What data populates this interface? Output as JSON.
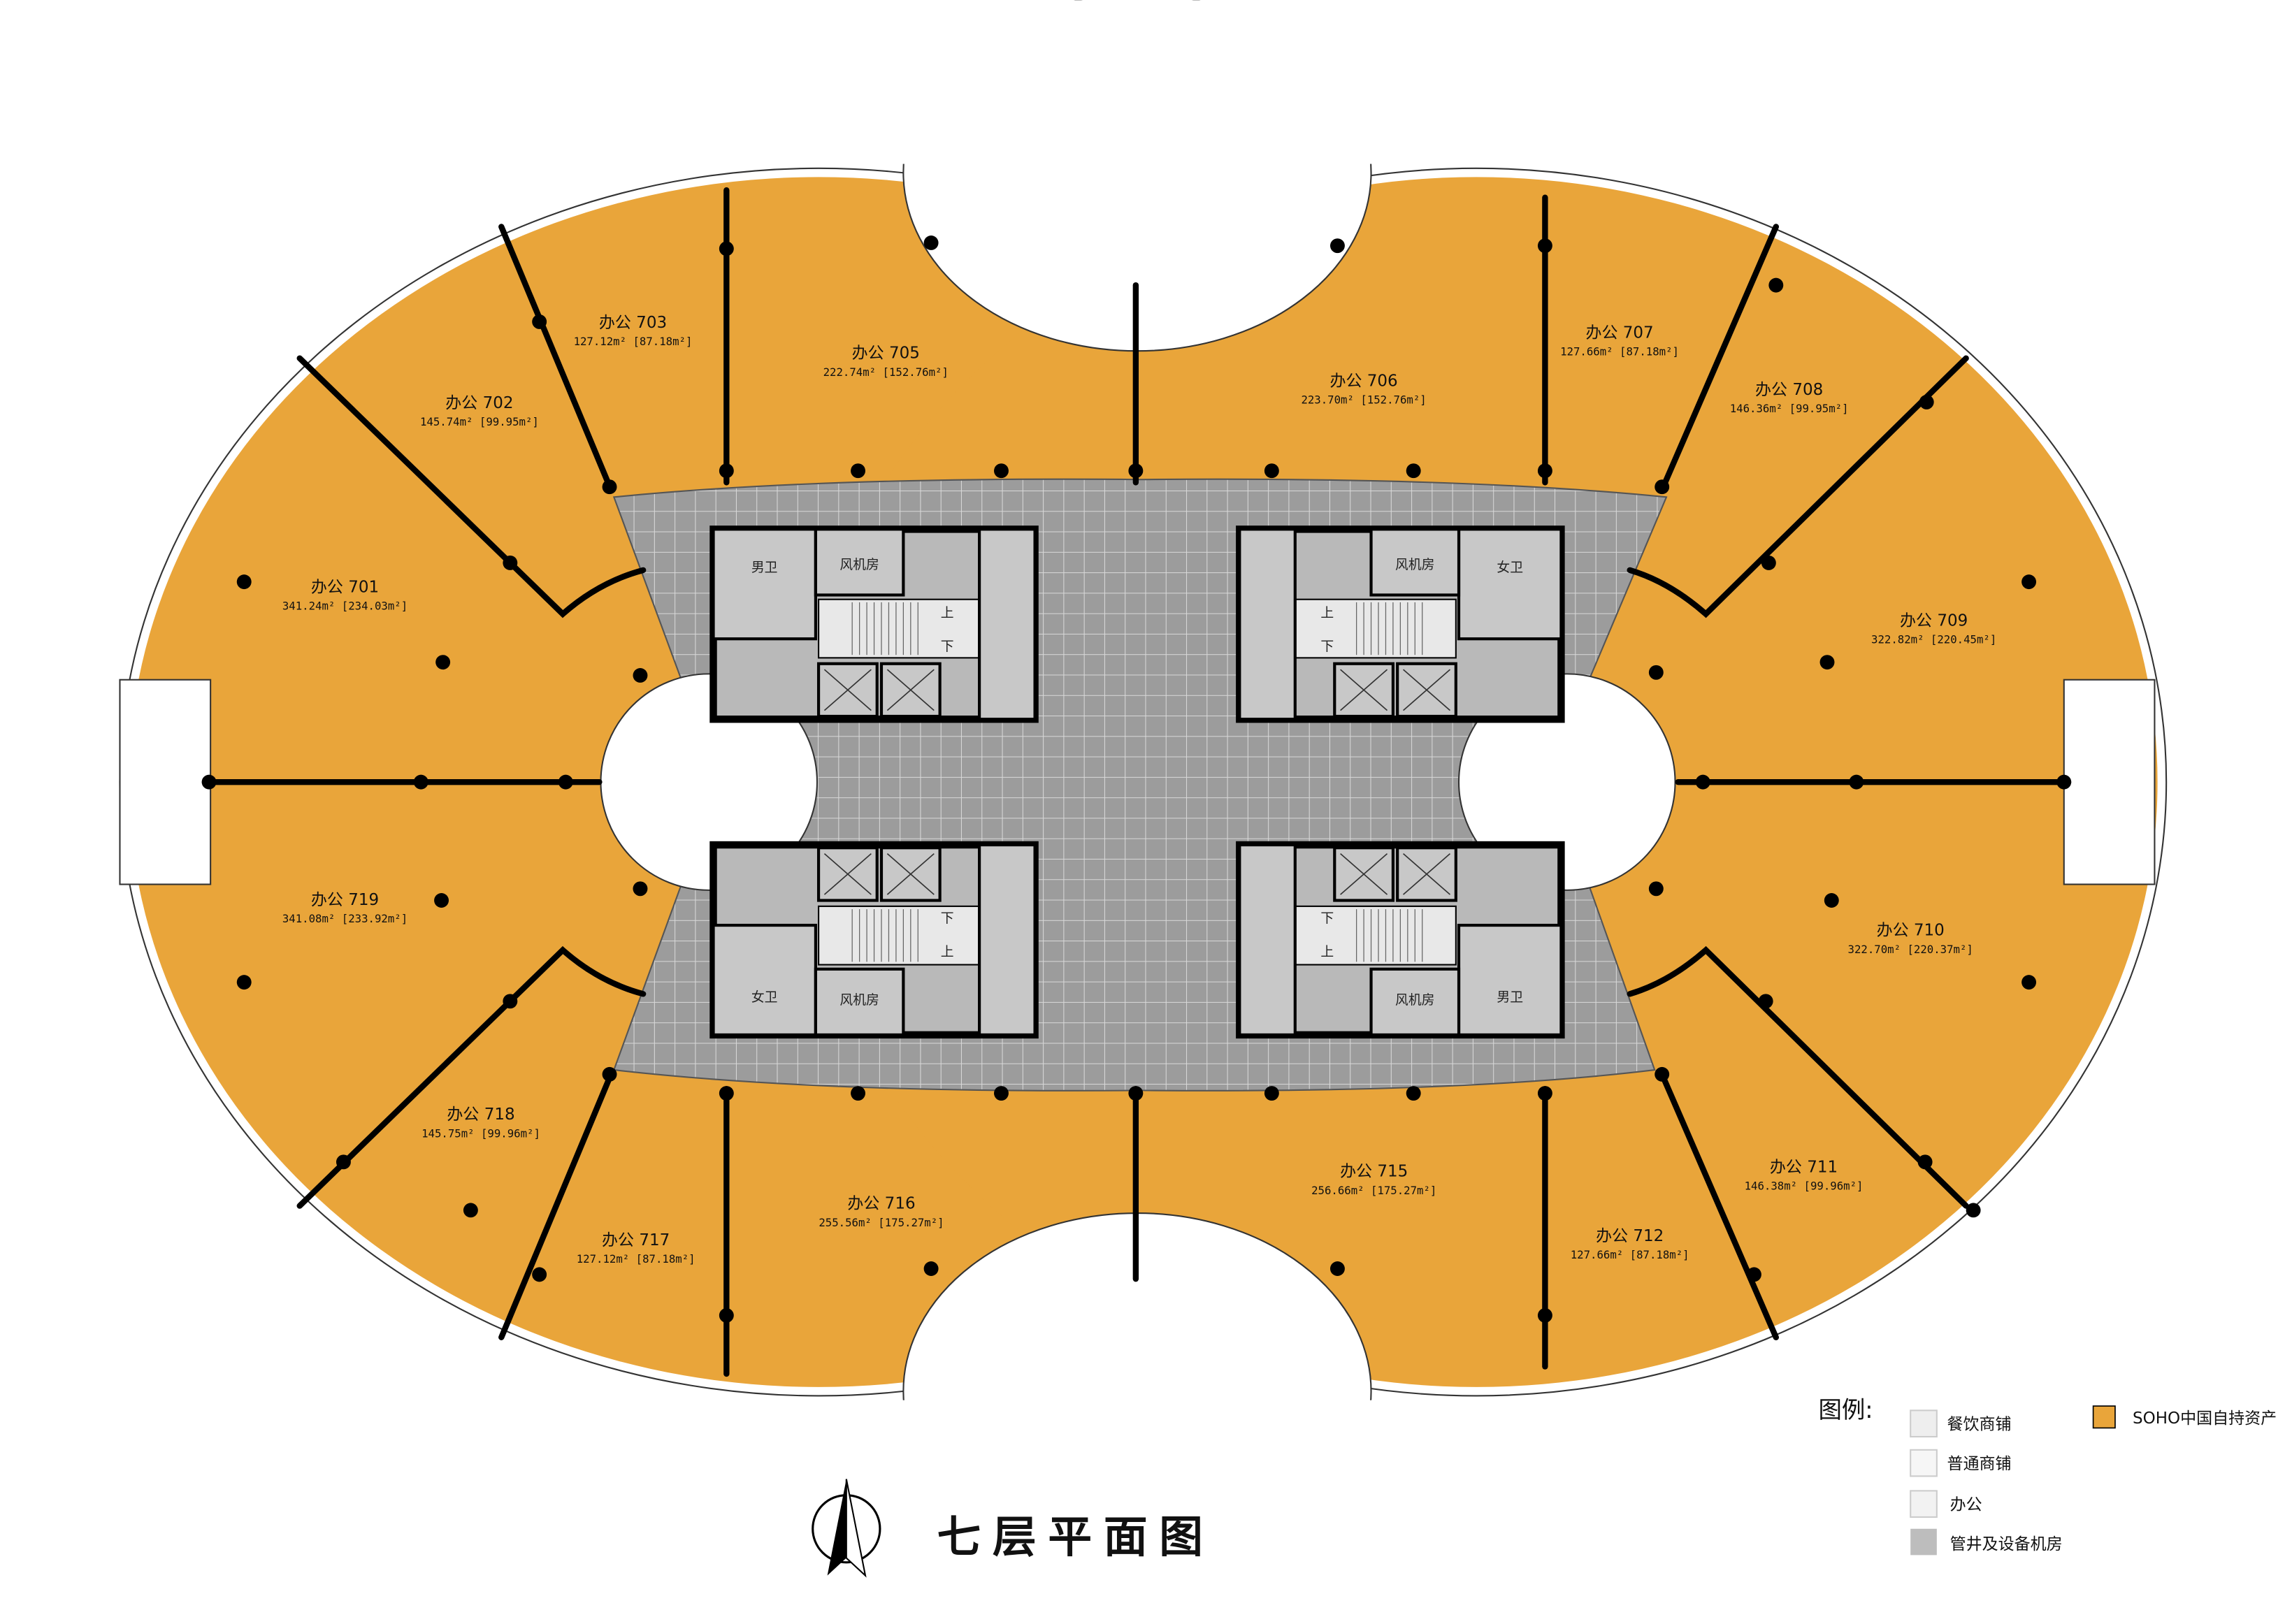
{
  "title": "七层平面图",
  "rooms": [
    {
      "name": "办公 701",
      "area": "341.24m² [234.03m²]"
    },
    {
      "name": "办公 702",
      "area": "145.74m² [99.95m²]"
    },
    {
      "name": "办公 703",
      "area": "127.12m² [87.18m²]"
    },
    {
      "name": "办公 705",
      "area": "222.74m² [152.76m²]"
    },
    {
      "name": "办公 706",
      "area": "223.70m² [152.76m²]"
    },
    {
      "name": "办公 707",
      "area": "127.66m² [87.18m²]"
    },
    {
      "name": "办公 708",
      "area": "146.36m² [99.95m²]"
    },
    {
      "name": "办公 709",
      "area": "322.82m² [220.45m²]"
    },
    {
      "name": "办公 710",
      "area": "322.70m² [220.37m²]"
    },
    {
      "name": "办公 711",
      "area": "146.38m² [99.96m²]"
    },
    {
      "name": "办公 712",
      "area": "127.66m² [87.18m²]"
    },
    {
      "name": "办公 715",
      "area": "256.66m² [175.27m²]"
    },
    {
      "name": "办公 716",
      "area": "255.56m² [175.27m²]"
    },
    {
      "name": "办公 717",
      "area": "127.12m² [87.18m²]"
    },
    {
      "name": "办公 718",
      "area": "145.75m² [99.96m²]"
    },
    {
      "name": "办公 719",
      "area": "341.08m² [233.92m²]"
    }
  ],
  "core_labels": {
    "fan_room": "风机房",
    "mens_wc": "男卫",
    "womens_wc": "女卫",
    "up": "上",
    "down": "下"
  },
  "legend": {
    "title": "图例:",
    "items": [
      {
        "label": "餐饮商铺",
        "color": "#eeeeee"
      },
      {
        "label": "普通商铺",
        "color": "#f6f6f6"
      },
      {
        "label": "办公",
        "color": "#f2f2f2"
      },
      {
        "label": "管井及设备机房",
        "color": "#bdbdbd"
      },
      {
        "label": "SOHO中国自持资产",
        "color": "#e9a53a"
      }
    ]
  },
  "colors": {
    "office": "#e9a53a",
    "core": "#9a9a9a"
  }
}
